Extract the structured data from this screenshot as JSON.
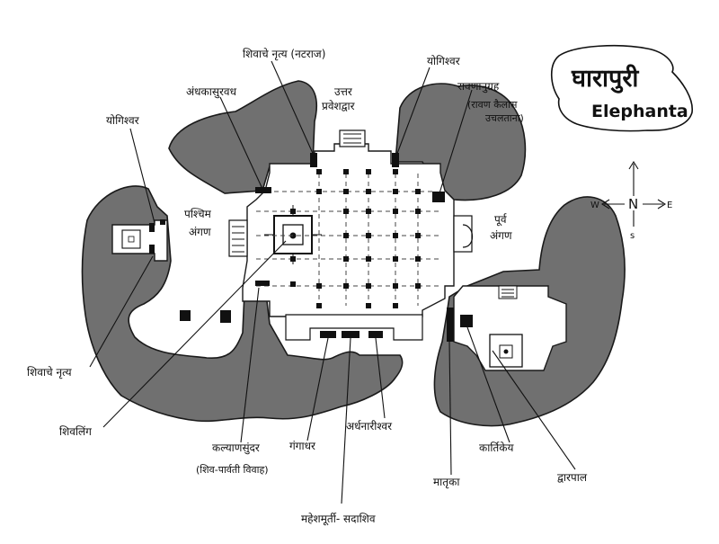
{
  "title": {
    "marathi": "घारापुरी",
    "english": "Elephanta"
  },
  "compass": {
    "north": "N",
    "south": "s",
    "east": "E",
    "west": "W"
  },
  "labels": {
    "shiva_nataraj": "शिवाचे नृत्य (नटराज)",
    "yogishwar_top": "योगिश्वर",
    "uttar_pravesh_1": "उत्तर",
    "uttar_pravesh_2": "प्रवेशद्वार",
    "andhakasuravadh": "अंधकासुरवध",
    "yogishwar_left": "योगिश्वर",
    "ravananugraha_1": "रावणानुग्रह",
    "ravananugraha_2": "(रावण कैलास",
    "ravananugraha_3": "उचलताना)",
    "paschim_angan_1": "पश्चिम",
    "paschim_angan_2": "अंगण",
    "purva_angan_1": "पूर्व",
    "purva_angan_2": "अंगण",
    "shiva_nritya": "शिवाचे नृत्य",
    "shivalinga": "शिवलिंग",
    "kalyansundar_1": "कल्याणसुंदर",
    "kalyansundar_2": "(शिव-पार्वती विवाह)",
    "gangadhar": "गंगाधर",
    "ardhanarishwar": "अर्धनारीश्वर",
    "maheshmurti": "महेशमूर्ती- सदाशिव",
    "matruka": "मातृका",
    "kartikeya": "कार्तिकेय",
    "dwarpal": "द्वारपाल"
  }
}
